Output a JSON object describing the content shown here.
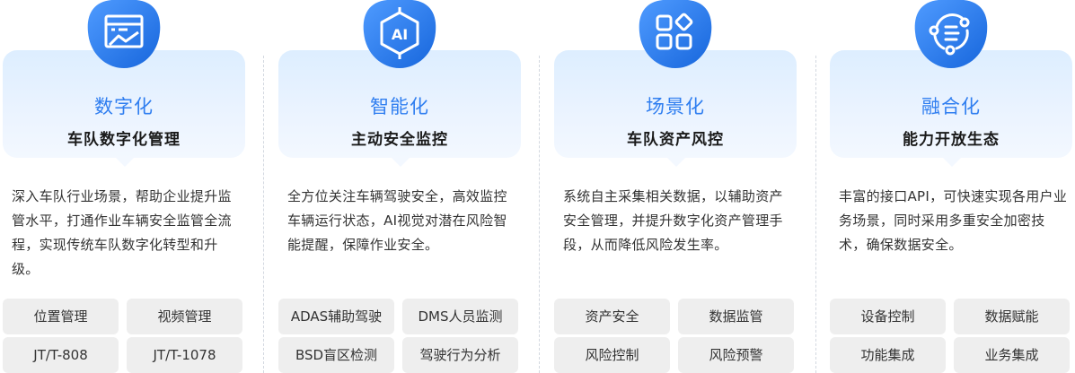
{
  "colors": {
    "accent": "#2f7ef0",
    "badge_dark": "#1a6de0",
    "card_bg": "#e6f1ff",
    "tag_bg": "#eeeeee"
  },
  "features": [
    {
      "icon": "chart-window-icon",
      "title": "数字化",
      "subtitle": "车队数字化管理",
      "description": "深入车队行业场景，帮助企业提升监管水平，打通作业车辆安全监管全流程，实现传统车队数字化转型和升级。",
      "tags": [
        "位置管理",
        "视频管理",
        "JT/T-808",
        "JT/T-1078"
      ]
    },
    {
      "icon": "ai-chip-icon",
      "title": "智能化",
      "subtitle": "主动安全监控",
      "description": "全方位关注车辆驾驶安全，高效监控车辆运行状态，AI视觉对潜在风险智能提醒，保障作业安全。",
      "tags": [
        "ADAS辅助驾驶",
        "DMS人员监测",
        "BSD盲区检测",
        "驾驶行为分析"
      ]
    },
    {
      "icon": "apps-grid-icon",
      "title": "场景化",
      "subtitle": "车队资产风控",
      "description": "系统自主采集相关数据，以辅助资产安全管理，并提升数字化资产管理手段，从而降低风险发生率。",
      "tags": [
        "资产安全",
        "数据监管",
        "风险控制",
        "风险预警"
      ]
    },
    {
      "icon": "integration-icon",
      "title": "融合化",
      "subtitle": "能力开放生态",
      "description": "丰富的接口API，可快速实现各用户业务场景，同时采用多重安全加密技术，确保数据安全。",
      "tags": [
        "设备控制",
        "数据赋能",
        "功能集成",
        "业务集成"
      ]
    }
  ]
}
